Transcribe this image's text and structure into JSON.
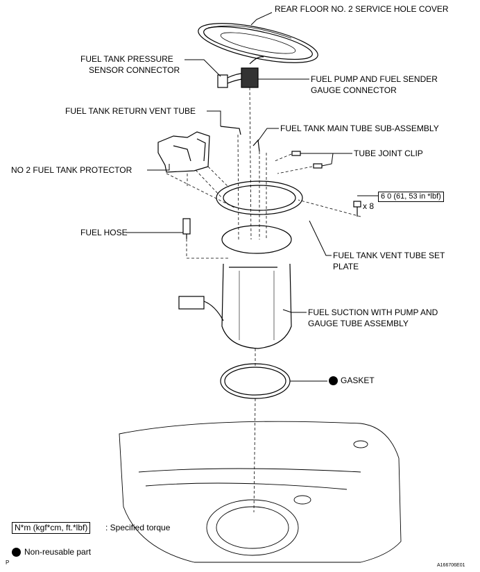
{
  "labels": {
    "rear_floor_cover": "REAR FLOOR NO. 2 SERVICE HOLE COVER",
    "pressure_sensor_connector_1": "FUEL TANK PRESSURE",
    "pressure_sensor_connector_2": "SENSOR CONNECTOR",
    "pump_sender_connector_1": "FUEL PUMP AND FUEL SENDER",
    "pump_sender_connector_2": "GAUGE CONNECTOR",
    "return_vent_tube": "FUEL TANK RETURN VENT TUBE",
    "main_tube_sub_assembly": "FUEL TANK MAIN TUBE SUB-ASSEMBLY",
    "tube_joint_clip": "TUBE JOINT CLIP",
    "fuel_tank_protector": "NO  2 FUEL TANK PROTECTOR",
    "fuel_hose": "FUEL HOSE",
    "vent_tube_set_plate_1": "FUEL TANK VENT TUBE SET",
    "vent_tube_set_plate_2": "PLATE",
    "suction_assembly_1": "FUEL SUCTION WITH PUMP AND",
    "suction_assembly_2": "GAUGE TUBE ASSEMBLY",
    "gasket": "GASKET"
  },
  "torque": {
    "value": "6 0 (61, 53 in *lbf)",
    "quantity": "x 8"
  },
  "legend": {
    "torque_units": "N*m (kgf*cm, ft.*lbf)",
    "torque_desc": ": Specified torque",
    "non_reusable": "Non-reusable part"
  },
  "footer": {
    "left_code": "P",
    "figure_id": "A166706E01"
  }
}
